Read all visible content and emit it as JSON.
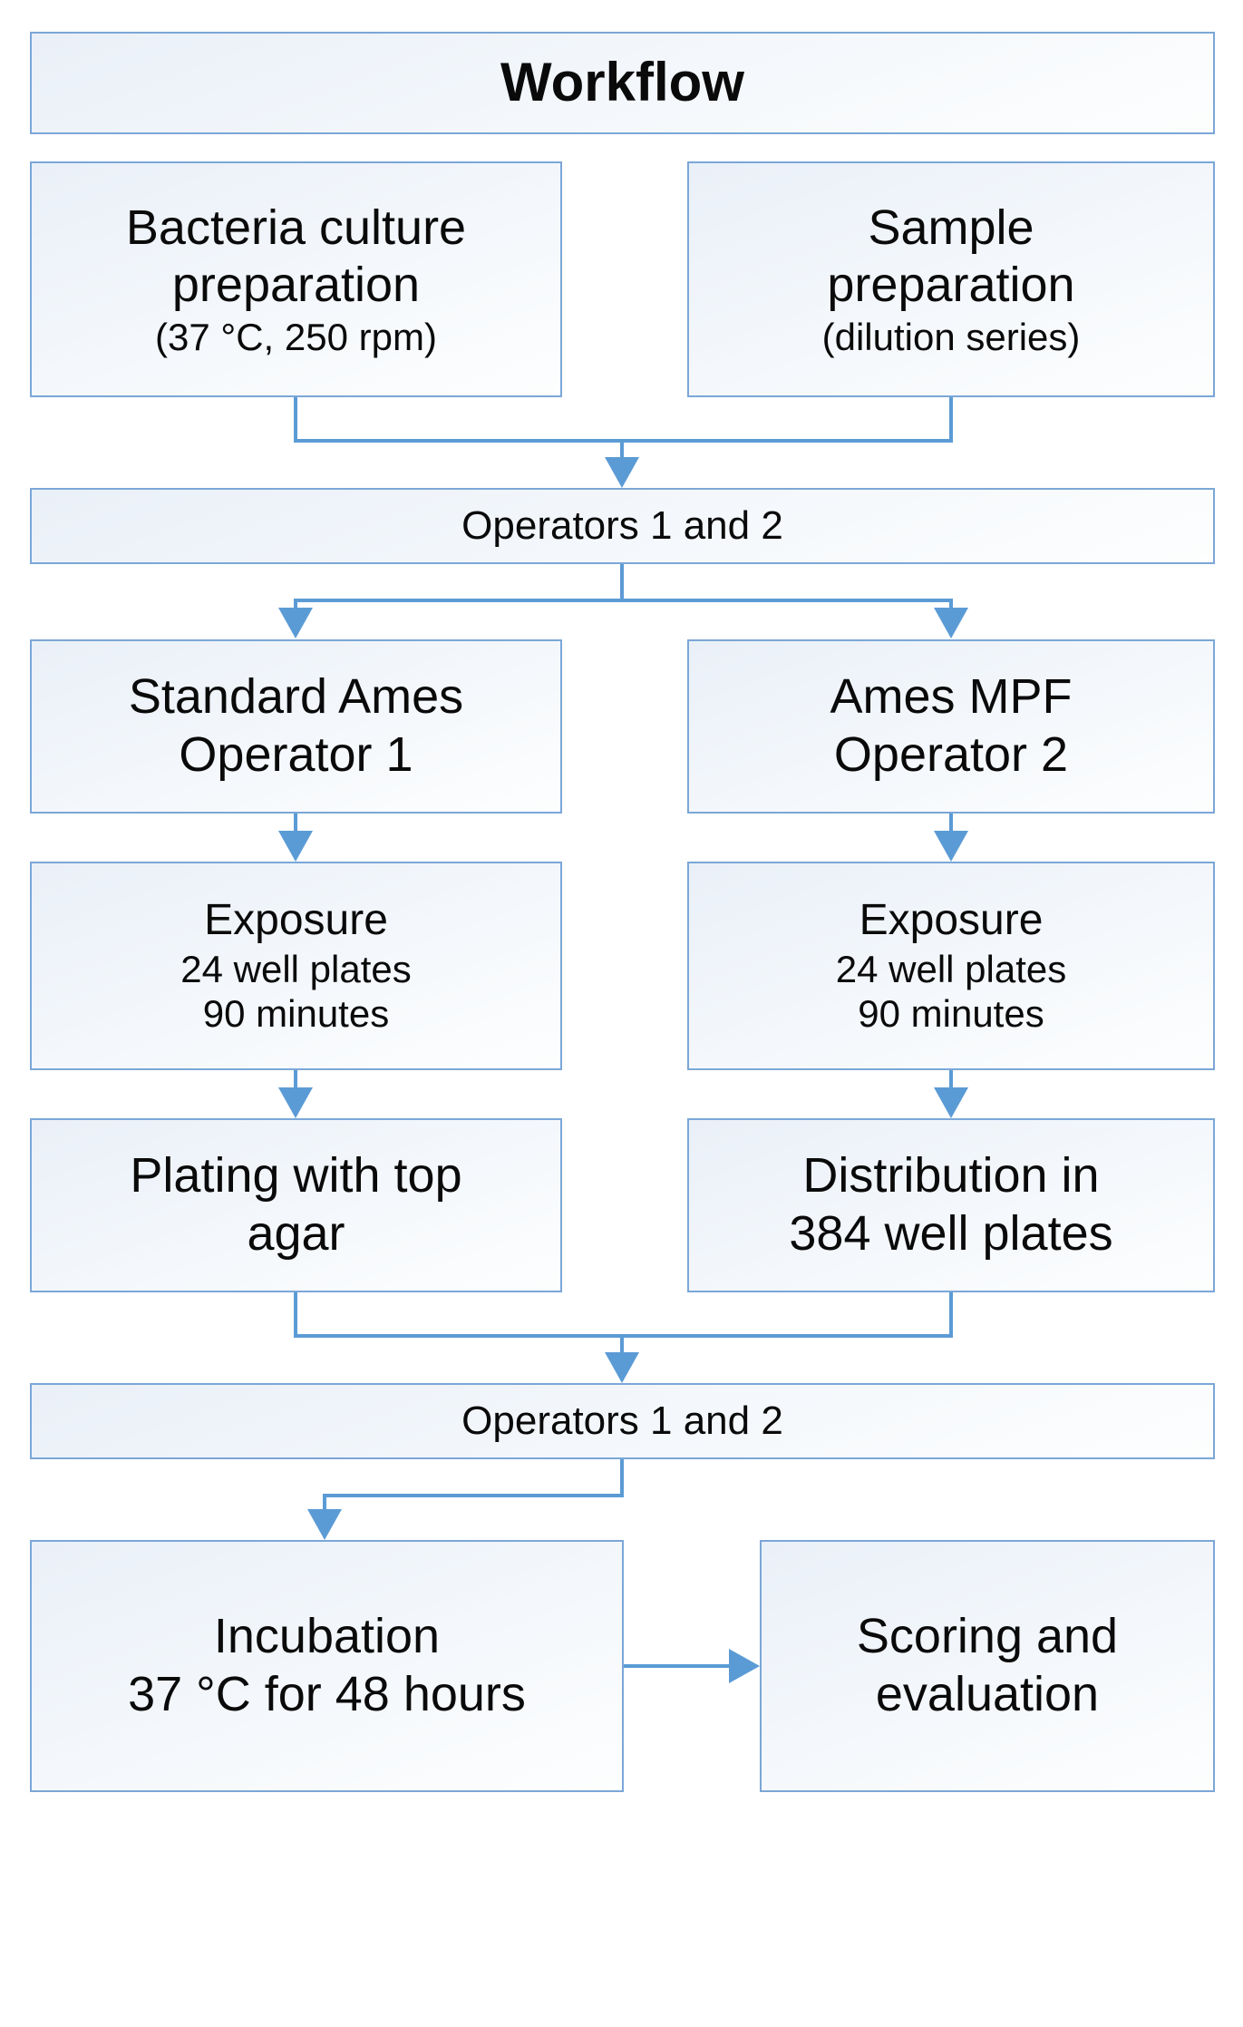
{
  "diagram": {
    "title": "Workflow",
    "nodes": {
      "title_banner": {
        "label": "Workflow"
      },
      "bacteria_prep": {
        "line1": "Bacteria culture",
        "line2": "preparation",
        "line3": "(37 °C, 250 rpm)"
      },
      "sample_prep": {
        "line1": "Sample",
        "line2": "preparation",
        "line3": "(dilution series)"
      },
      "operators_band_1": {
        "label": "Operators 1 and 2"
      },
      "standard_ames": {
        "line1": "Standard Ames",
        "line2": "Operator 1"
      },
      "ames_mpf": {
        "line1": "Ames MPF",
        "line2": "Operator 2"
      },
      "exposure_left": {
        "line1": "Exposure",
        "line2": "24 well plates",
        "line3": "90 minutes"
      },
      "exposure_right": {
        "line1": "Exposure",
        "line2": "24 well plates",
        "line3": "90 minutes"
      },
      "plating_top_agar": {
        "line1": "Plating with top",
        "line2": "agar"
      },
      "distribution_384": {
        "line1": "Distribution in",
        "line2": "384 well plates"
      },
      "operators_band_2": {
        "label": "Operators 1 and 2"
      },
      "incubation": {
        "line1": "Incubation",
        "line2": "37 °C for 48 hours"
      },
      "scoring_evaluation": {
        "line1": "Scoring and",
        "line2": "evaluation"
      }
    },
    "colors": {
      "connector": "#5B9BD5",
      "node_border": "#7BA7D7",
      "node_fill_light": "#fdfefe",
      "node_fill_dark": "#eaf0f8",
      "text": "#0a0a0a",
      "background": "#ffffff"
    }
  }
}
